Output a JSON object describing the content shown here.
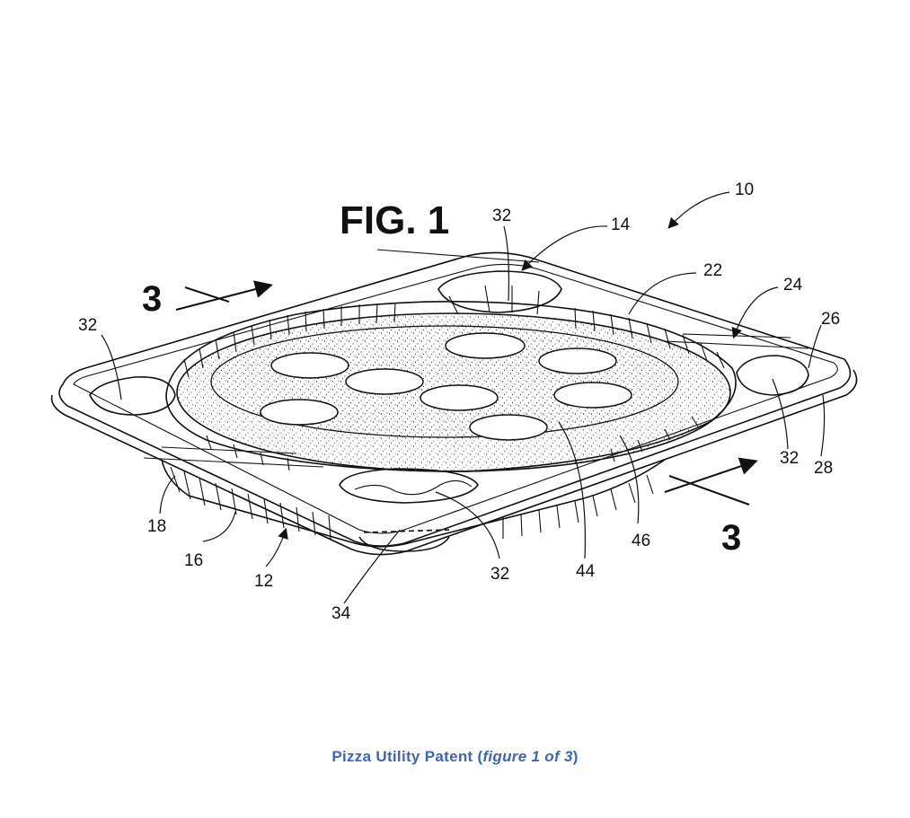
{
  "figure": {
    "title": "FIG. 1",
    "section_marks": [
      "3",
      "3"
    ],
    "reference_numerals": {
      "n10": "10",
      "n12": "12",
      "n14": "14",
      "n16": "16",
      "n18": "18",
      "n22": "22",
      "n24": "24",
      "n26": "26",
      "n28": "28",
      "n32_top": "32",
      "n32_left": "32",
      "n32_right": "32",
      "n32_bottom": "32",
      "n34": "34",
      "n44": "44",
      "n46": "46"
    }
  },
  "caption": {
    "lead": "Pizza Utility Patent (",
    "emphasis": "figure 1 of 3",
    "tail": ")"
  }
}
